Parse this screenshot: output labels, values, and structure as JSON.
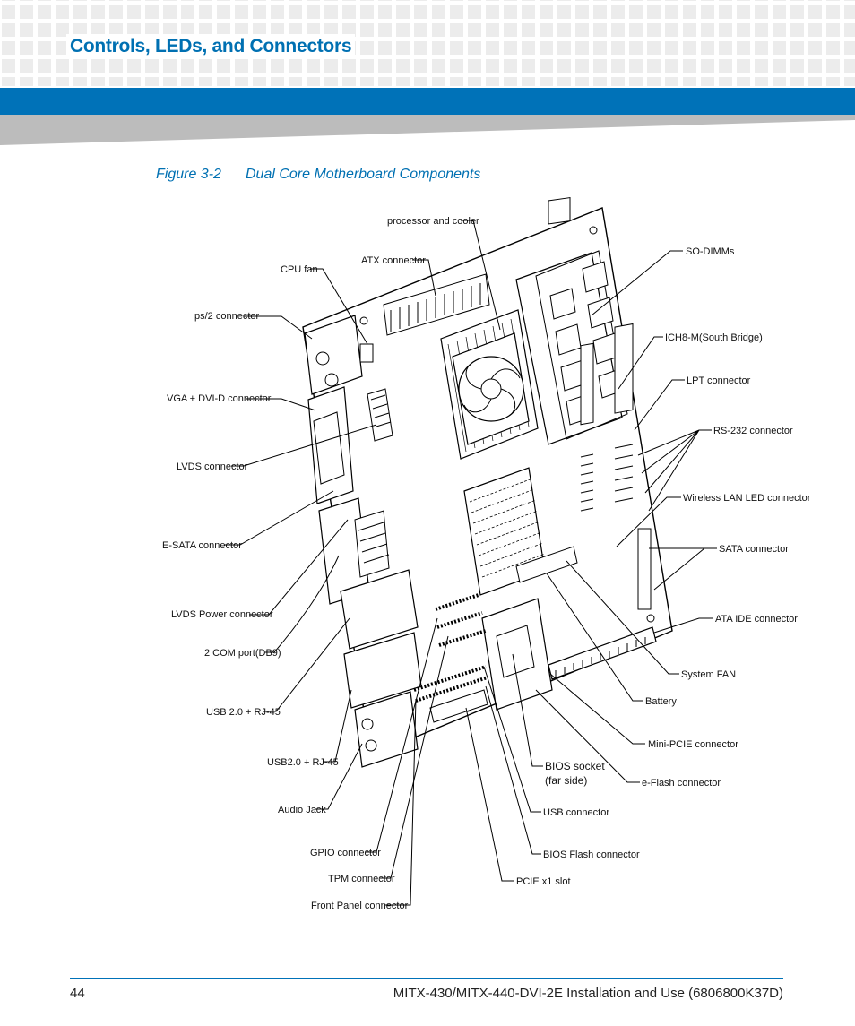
{
  "header": {
    "section_title": "Controls, LEDs, and Connectors"
  },
  "figure": {
    "number": "Figure 3-2",
    "title": "Dual Core Motherboard Components",
    "labels": {
      "processor_cooler": "processor and cooler",
      "atx": "ATX connector",
      "cpu_fan": "CPU fan",
      "ps2": "ps/2 connector",
      "vga": "VGA + DVI-D connector",
      "lvds": "LVDS connector",
      "esata": "E-SATA connector",
      "lvds_power": "LVDS Power connector",
      "com_port": "2 COM port(DB9)",
      "usb_rj45_a": "USB 2.0 + RJ-45",
      "usb_rj45_b": "USB2.0 + RJ-45",
      "audio": "Audio Jack",
      "gpio": "GPIO connector",
      "tpm": "TPM connector",
      "front_panel": "Front Panel connector",
      "so_dimms": "SO-DIMMs",
      "ich8m": "ICH8-M(South Bridge)",
      "lpt": "LPT connector",
      "rs232": "RS-232 connector",
      "wireless_led": "Wireless LAN LED connector",
      "sata": "SATA connector",
      "ata_ide": "ATA IDE connector",
      "system_fan": "System FAN",
      "battery": "Battery",
      "mini_pcie": "Mini-PCIE connector",
      "bios_socket_1": "BIOS socket",
      "bios_socket_2": "(far side)",
      "eflash": "e-Flash connector",
      "usb_conn": "USB connector",
      "bios_flash": "BIOS Flash connector",
      "pcie_x1": "PCIE x1 slot"
    }
  },
  "footer": {
    "page_number": "44",
    "doc_title": "MITX-430/MITX-440-DVI-2E Installation and Use (6806800K37D)"
  },
  "colors": {
    "brand_blue": "#0072b8",
    "title_blue": "#0070b2",
    "header_gray": "#ececec"
  }
}
